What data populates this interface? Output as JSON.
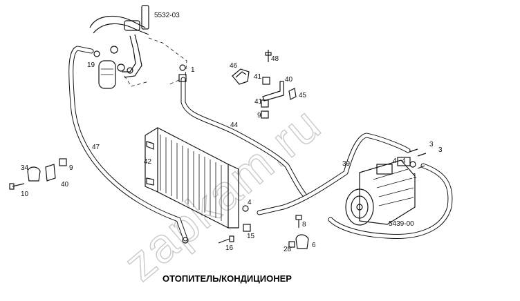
{
  "watermark": "zapkam.ru",
  "caption": "ОТОПИТЕЛЬ/КОНДИЦИОНЕР",
  "ref_top": "5532-03",
  "ref_compressor": "5439-00",
  "labels": {
    "p1a": "1",
    "p19": "19",
    "p46": "46",
    "p48": "48",
    "p41a": "41",
    "p40a": "40",
    "p41b": "41",
    "p45": "45",
    "p9a": "9",
    "p44": "44",
    "p47": "47",
    "p42": "42",
    "p34": "34",
    "p9b": "9",
    "p40b": "40",
    "p10": "10",
    "p39": "39",
    "p4a": "4",
    "p4b": "4",
    "p1b": "1",
    "p3a": "3",
    "p3b": "3",
    "p4c": "4",
    "p8": "8",
    "p15": "15",
    "p16": "16",
    "p28": "28",
    "p6": "6"
  },
  "colors": {
    "line": "#111111",
    "watermark": "#c9c9c9",
    "background": "#ffffff"
  }
}
